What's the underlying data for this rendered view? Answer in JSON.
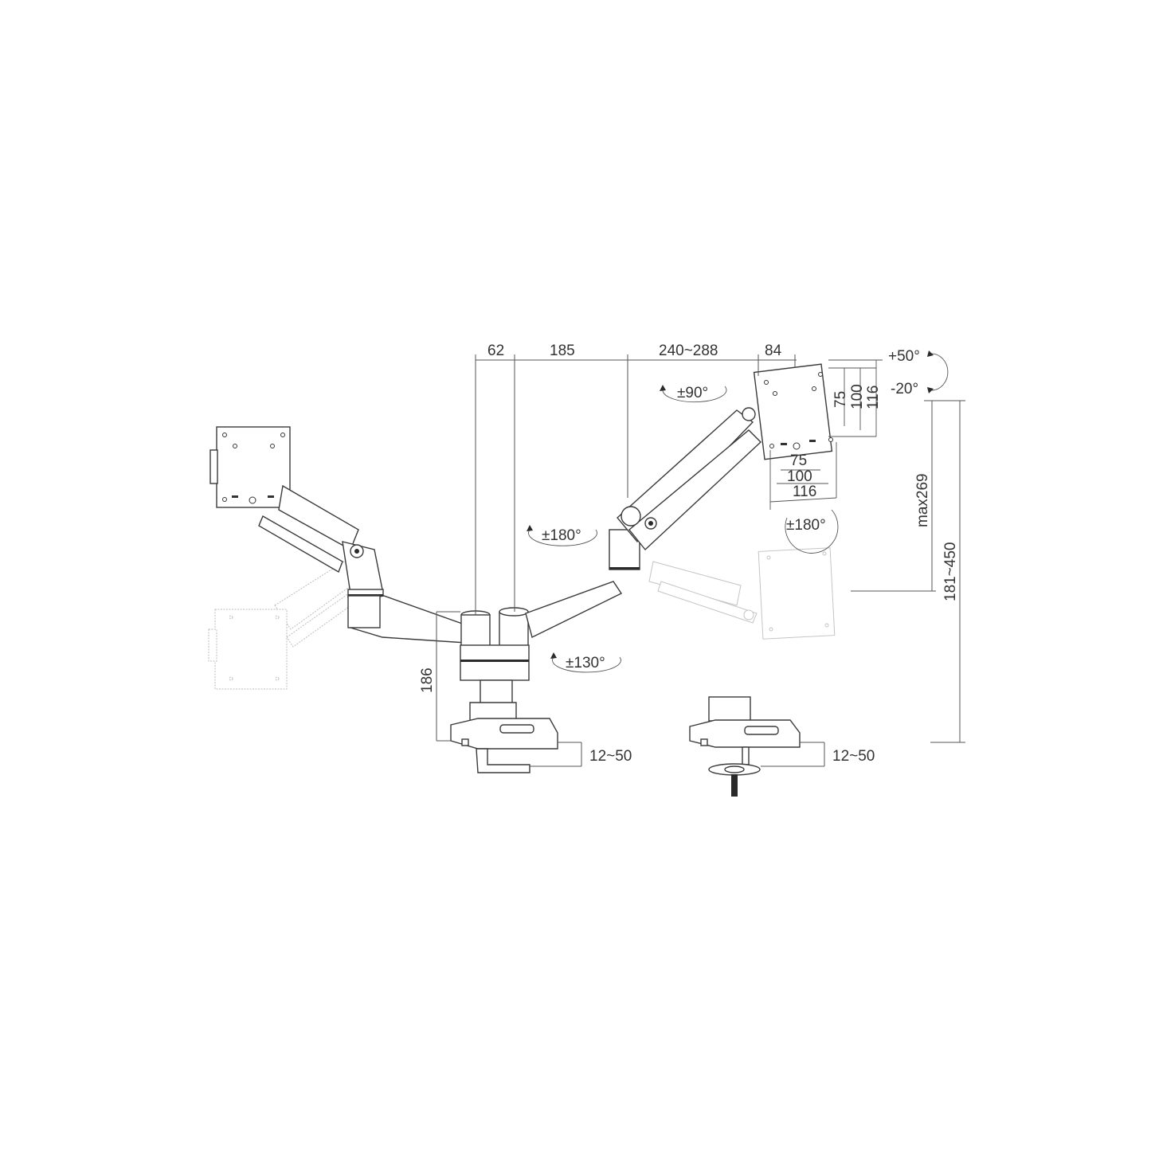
{
  "dimensions": {
    "top": [
      "62",
      "185",
      "240~288",
      "84"
    ],
    "base_height": "186",
    "max_height": "max269",
    "height_range": "181~450",
    "clamp_left": "12~50",
    "clamp_right": "12~50",
    "vesa_h": [
      "75",
      "100",
      "116"
    ],
    "vesa_v": [
      "75",
      "100",
      "116"
    ]
  },
  "rotations": {
    "tilt_up": "+50°",
    "tilt_down": "-20°",
    "swivel_head": "±90°",
    "rotate_plate": "±180°",
    "rotate_elbow": "±180°",
    "rotate_base": "±130°"
  }
}
